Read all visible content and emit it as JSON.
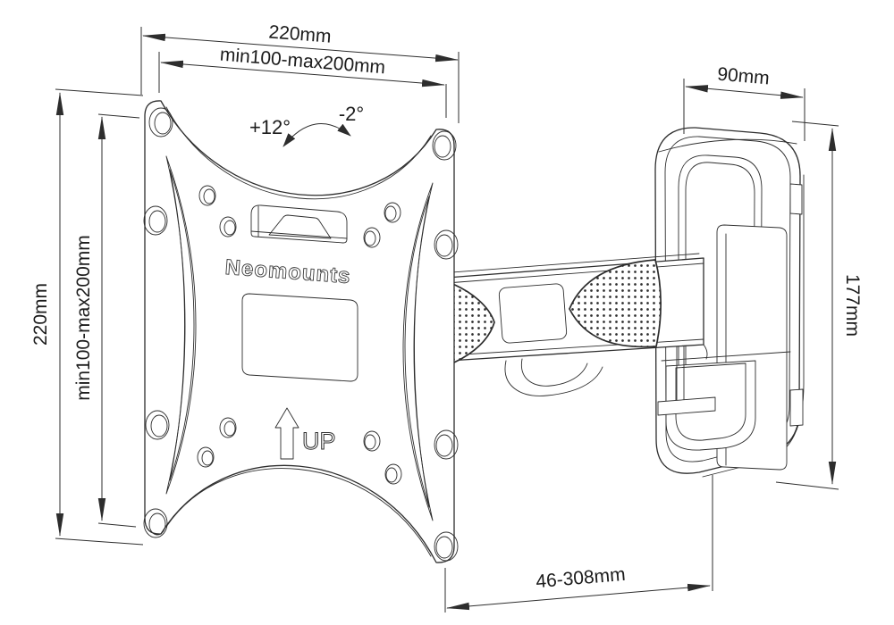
{
  "page": {
    "description": "Technical line drawing of a Neomounts tilt-and-swivel TV wall mount with dimensions",
    "background": "#ffffff",
    "line_color": "#2d2d2d"
  },
  "labels": {
    "brand": "Neomounts",
    "up": "UP",
    "dim_top_outer": "220mm",
    "dim_top_inner": "min100-max200mm",
    "dim_left_outer": "220mm",
    "dim_left_inner": "min100-max200mm",
    "dim_wall_width": "90mm",
    "dim_wall_height": "177mm",
    "dim_extension": "46-308mm",
    "tilt_positive": "+12°",
    "tilt_negative": "-2°"
  },
  "icons": {
    "up_arrow": "outline-up-arrow",
    "tilt_arc": "curved-double-headed-arrow",
    "dimension_arrow": "filled-triangle-arrowhead"
  }
}
